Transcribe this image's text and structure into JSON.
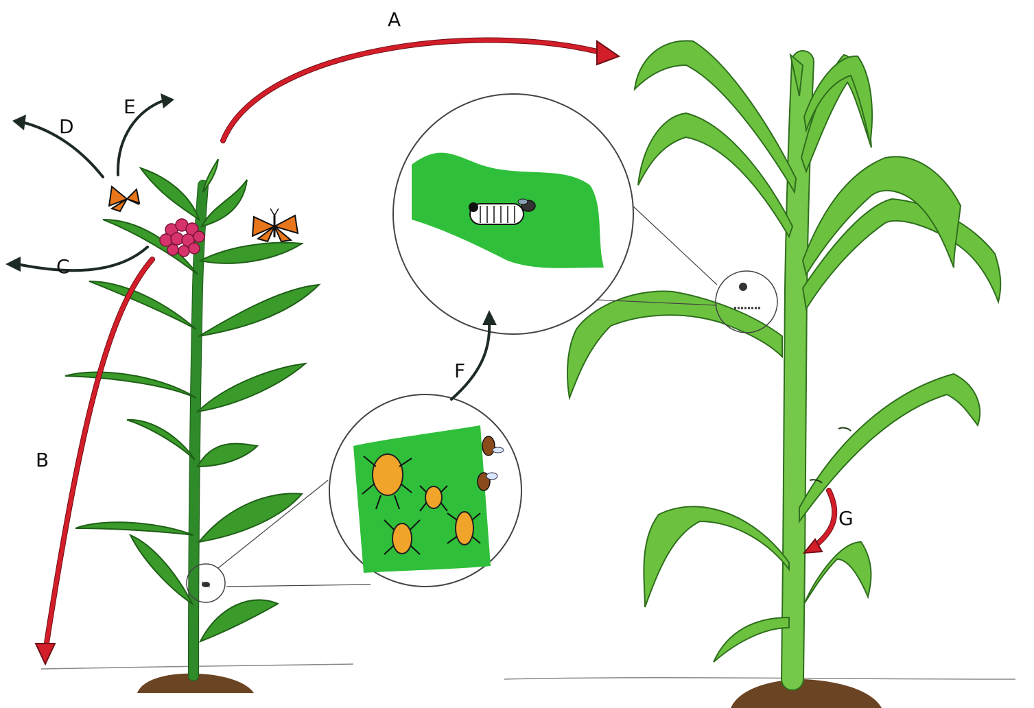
{
  "labels": {
    "A": "A",
    "B": "B",
    "C": "C",
    "D": "D",
    "E": "E",
    "F": "F",
    "G": "G"
  },
  "colors": {
    "red_arrow": "#d31e2a",
    "black_arrow": "#1e2b24",
    "milkweed_leaf": "#3a9a2a",
    "corn_leaf": "#6cc23f",
    "flower": "#d6336c",
    "aphid": "#f0a52a",
    "soil": "#6b4423"
  },
  "icons": {
    "monarch": "butterfly-icon",
    "aphid": "aphid-icon",
    "fly": "fly-icon",
    "caterpillar": "caterpillar-icon"
  }
}
